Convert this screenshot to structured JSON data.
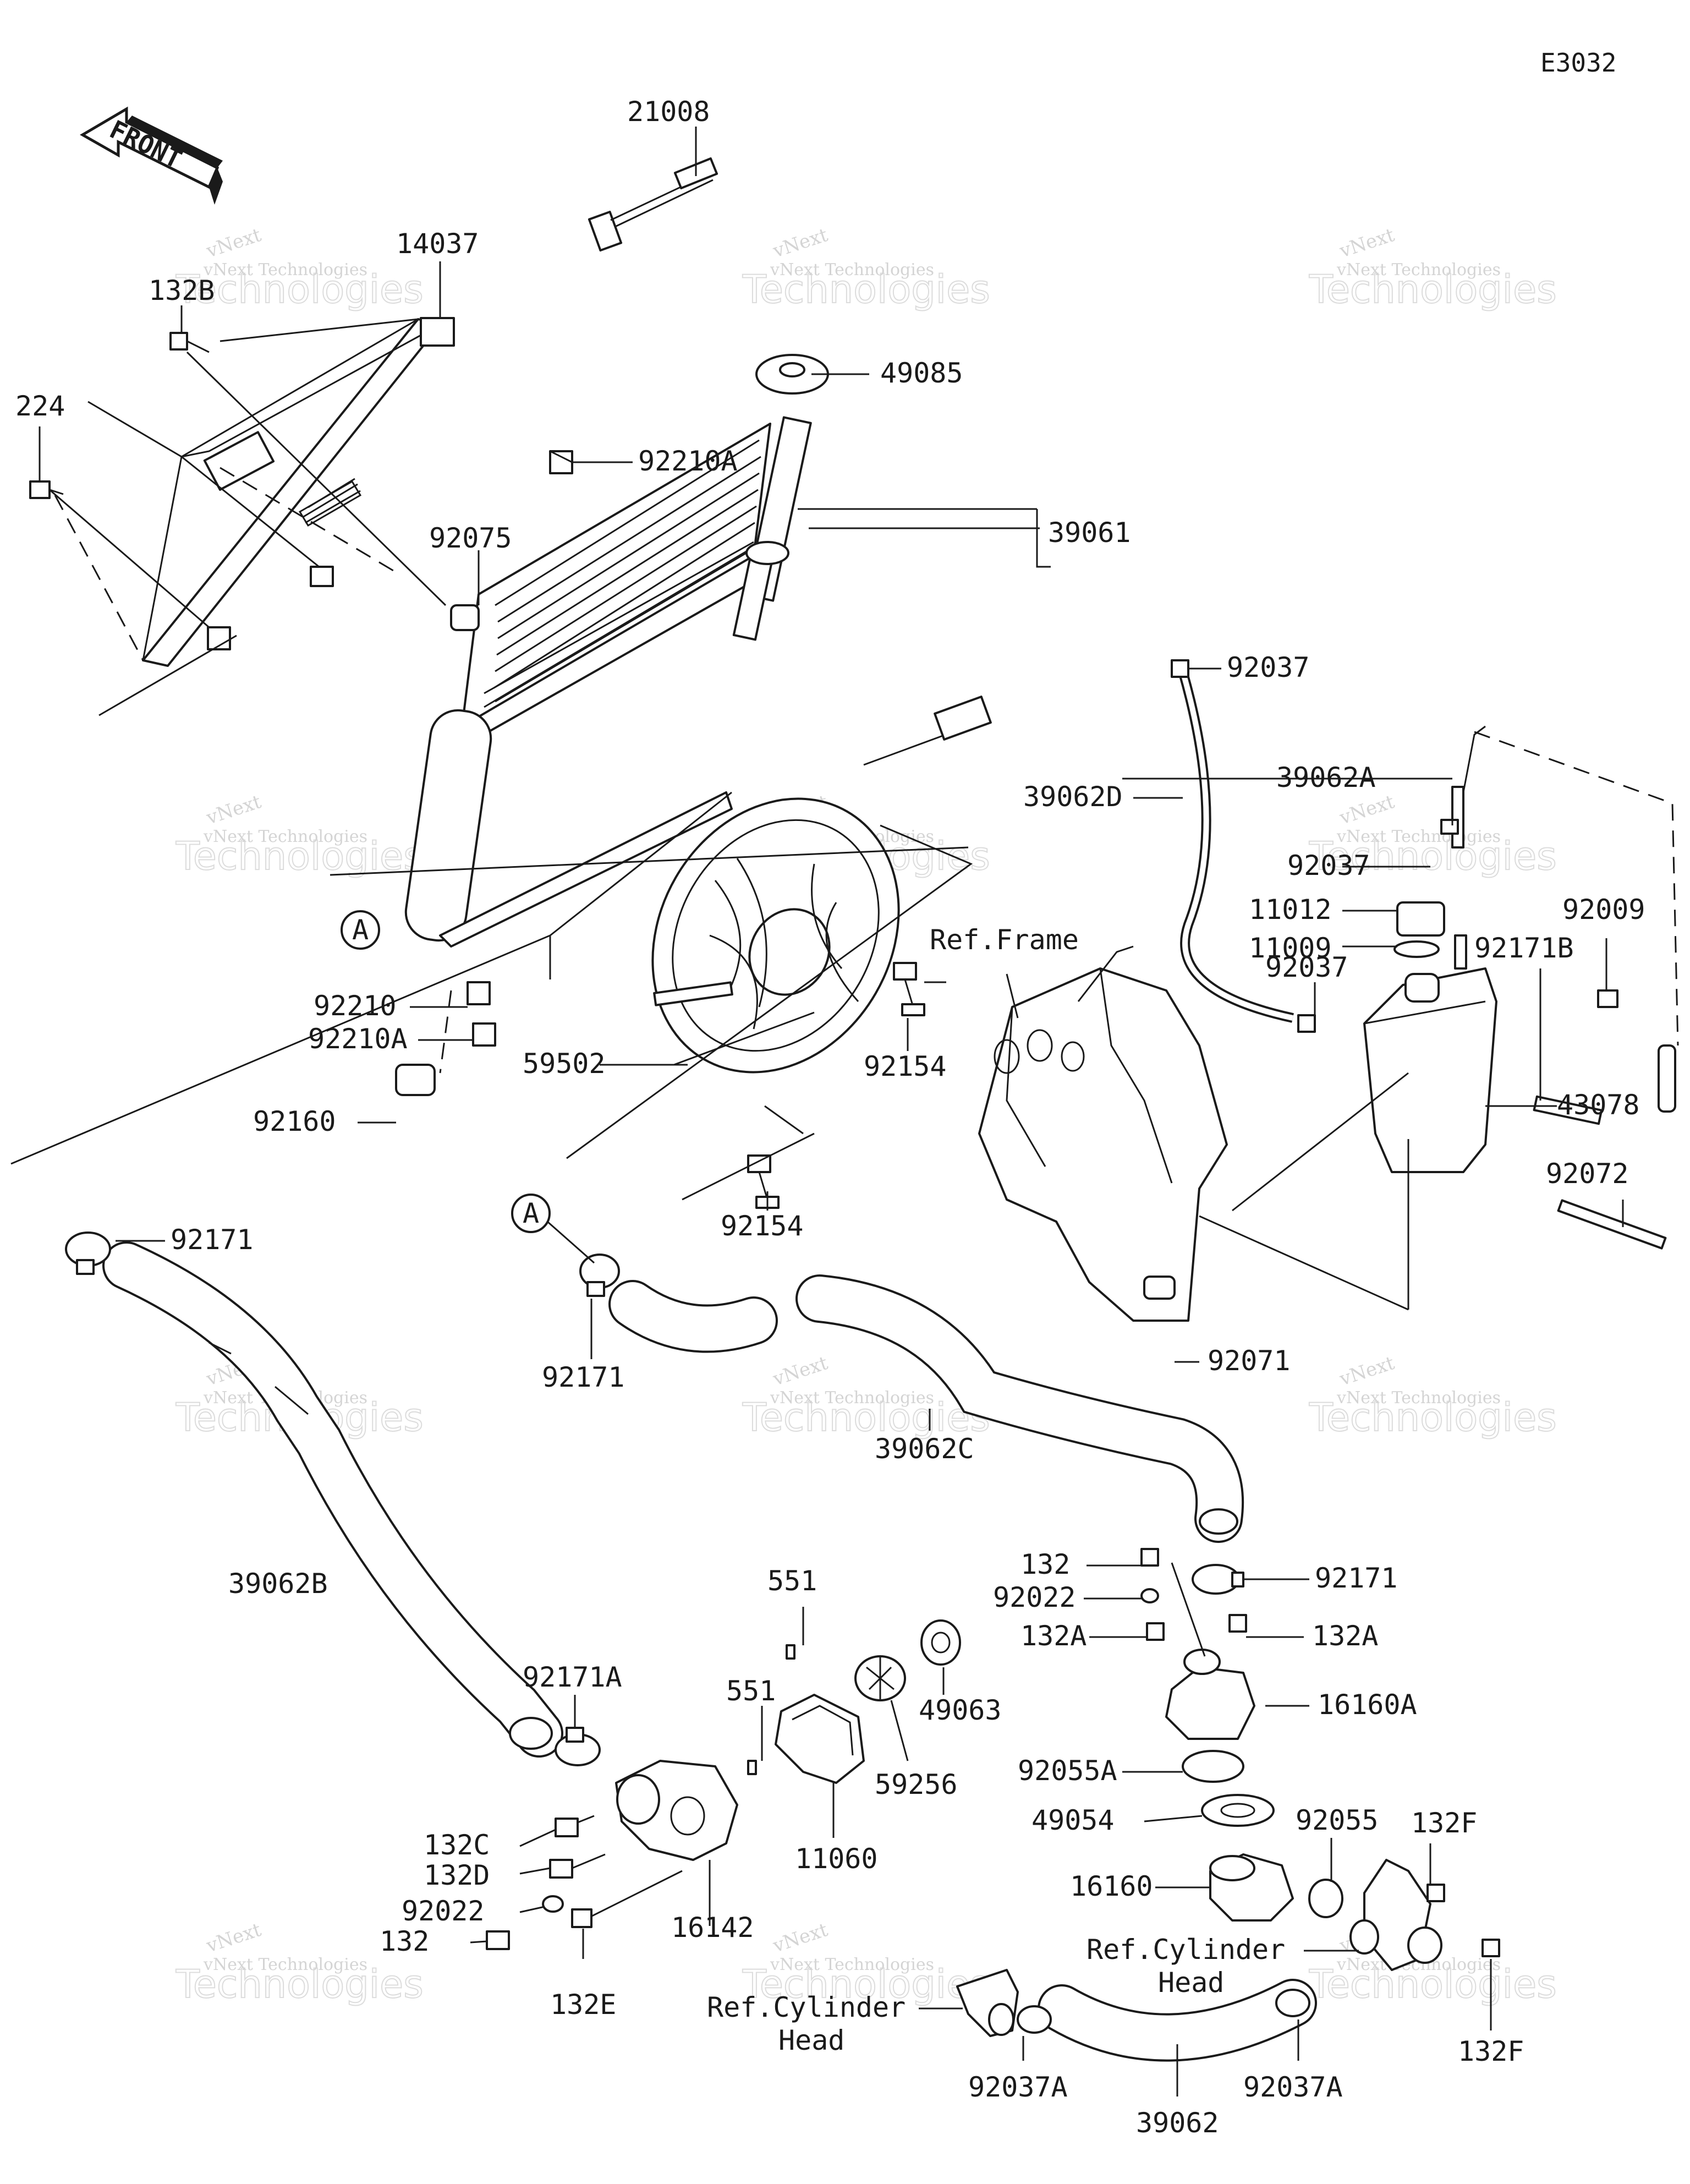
{
  "diagram_code": "E3032",
  "front_label": "FRONT",
  "watermark": {
    "line1": "vNext Technologies",
    "line2": "Technologies",
    "small": "vNext"
  },
  "callout_A": "A",
  "labels": {
    "p21008": "21008",
    "p14037": "14037",
    "p132B": "132B",
    "p224": "224",
    "p92210A_top": "92210A",
    "p49085": "49085",
    "p39061": "39061",
    "p92075": "92075",
    "p92037_top": "92037",
    "p39062A": "39062A",
    "p39062D": "39062D",
    "p92037_mid": "92037",
    "p11012": "11012",
    "p11009": "11009",
    "p92009": "92009",
    "p92037_low": "92037",
    "p92171B": "92171B",
    "p43078": "43078",
    "ref_frame": "Ref.Frame",
    "p92154_a": "92154",
    "p92210": "92210",
    "p92210A_low": "92210A",
    "p59502": "59502",
    "p92160": "92160",
    "p92154_b": "92154",
    "p92072": "92072",
    "p92171_left": "92171",
    "p92171_mid": "92171",
    "p92071": "92071",
    "p39062C": "39062C",
    "p39062B": "39062B",
    "p551_a": "551",
    "p132": "132",
    "p92022_right": "92022",
    "p92171_right": "92171",
    "p132A_left": "132A",
    "p132A_right": "132A",
    "p92171A": "92171A",
    "p551_b": "551",
    "p49063": "49063",
    "p16160A": "16160A",
    "p59256": "59256",
    "p92055A": "92055A",
    "p132C": "132C",
    "p11060": "11060",
    "p132D": "132D",
    "p49054": "49054",
    "p92055": "92055",
    "p132F_top": "132F",
    "p92022_left": "92022",
    "p16142": "16142",
    "p16160": "16160",
    "p132_bottom": "132",
    "ref_cyl_right_1": "Ref.Cylinder",
    "ref_cyl_right_2": "Head",
    "p132E": "132E",
    "ref_cyl_left_1": "Ref.Cylinder",
    "ref_cyl_left_2": "Head",
    "p132F_bottom": "132F",
    "p92037A_left": "92037A",
    "p92037A_right": "92037A",
    "p39062": "39062"
  }
}
